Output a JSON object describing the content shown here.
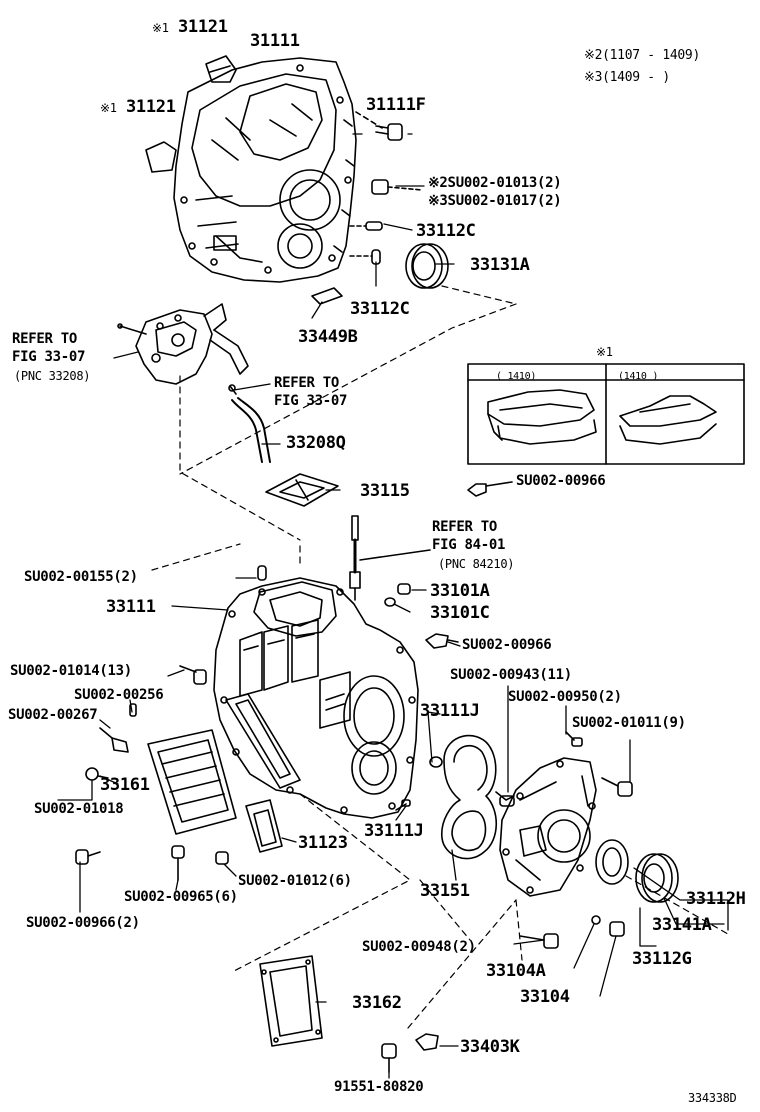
{
  "diagram_id": "334338D",
  "notes": {
    "n2": "※2(1107 - 1409)",
    "n3": "※3(1409 -      )"
  },
  "inset": {
    "title": "※1",
    "col1": "(      1410)",
    "col2": "(1410      )"
  },
  "labels": {
    "l31121a_mark": "※1",
    "l31121a": "31121",
    "l31111a": "31111",
    "l31121b_mark": "※1",
    "l31121b": "31121",
    "l31111f": "31111F",
    "lsu01013": "※2SU002-01013(2)",
    "lsu01017": "※3SU002-01017(2)",
    "l33112c_a": "33112C",
    "l33131a": "33131A",
    "l33112c_b": "33112C",
    "l33449b": "33449B",
    "refer1_l1": "REFER TO",
    "refer1_l2": "FIG 33-07",
    "refer1_l3": "(PNC 33208)",
    "refer2_l1": "REFER TO",
    "refer2_l2": "FIG 33-07",
    "l33208q": "33208Q",
    "l33115": "33115",
    "lsu00966a": "SU002-00966",
    "refer3_l1": "REFER TO",
    "refer3_l2": "FIG 84-01",
    "refer3_l3": "(PNC 84210)",
    "lsu00155": "SU002-00155(2)",
    "l33111b": "33111",
    "l33101a": "33101A",
    "l33101c": "33101C",
    "lsu00966b": "SU002-00966",
    "lsu01014": "SU002-01014(13)",
    "lsu00943": "SU002-00943(11)",
    "lsu00256": "SU002-00256",
    "lsu00950": "SU002-00950(2)",
    "lsu00267": "SU002-00267",
    "l33111j_a": "33111J",
    "lsu01011": "SU002-01011(9)",
    "l33161": "33161",
    "lsu01018": "SU002-01018",
    "l33111j_b": "33111J",
    "l31123": "31123",
    "l33151": "33151",
    "lsu00965": "SU002-00965(6)",
    "lsu01012": "SU002-01012(6)",
    "l33112h": "33112H",
    "lsu00966c": "SU002-00966(2)",
    "l33141a": "33141A",
    "lsu00948": "SU002-00948(2)",
    "l33112g": "33112G",
    "l33104a": "33104A",
    "l33104": "33104",
    "l33162": "33162",
    "l33403k": "33403K",
    "l91551": "91551-80820"
  }
}
